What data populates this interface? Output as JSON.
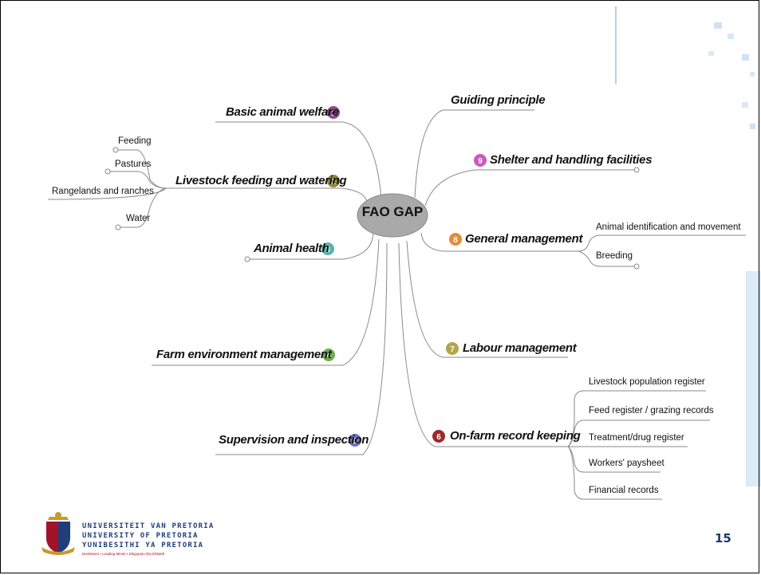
{
  "slide": {
    "page_number": "15",
    "colors": {
      "line": "#8a8a8a",
      "center_fill": "#a9a9a9",
      "decor_blue": "#dcebf7",
      "uni_blue": "#1f3f7a",
      "uni_red": "#a4122a"
    }
  },
  "mindmap": {
    "center": "FAO GAP",
    "branches": {
      "basic_welfare": {
        "label": "Basic animal welfare",
        "number": "1",
        "color": "#8e4a8c"
      },
      "feeding": {
        "label": "Livestock feeding and watering",
        "number": "2",
        "color": "#8f8a3c"
      },
      "feeding_subs": [
        "Feeding",
        "Pastures",
        "Rangelands and ranches",
        "Water"
      ],
      "health": {
        "label": "Animal health",
        "number": "3",
        "color": "#5bb3b0"
      },
      "environment": {
        "label": "Farm environment management",
        "number": "4",
        "color": "#6cae4e"
      },
      "supervision": {
        "label": "Supervision and inspection",
        "number": "5",
        "color": "#6d6fc0"
      },
      "records": {
        "label": "On-farm record keeping",
        "number": "6",
        "color": "#9c2a2a"
      },
      "records_subs": [
        "Livestock population register",
        "Feed register / grazing records",
        "Treatment/drug register",
        "Workers' paysheet",
        "Financial records"
      ],
      "labour": {
        "label": "Labour management",
        "number": "7",
        "color": "#b4a54a"
      },
      "general": {
        "label": "General management",
        "number": "8",
        "color": "#e58a3c"
      },
      "general_subs": [
        "Animal identification and movement",
        "Breeding"
      ],
      "shelter": {
        "label": "Shelter and handling facilities",
        "number": "9",
        "color": "#c85ac0"
      },
      "guiding": {
        "label": "Guiding principle"
      }
    }
  },
  "university": {
    "line1": "UNIVERSITEIT VAN PRETORIA",
    "line2": "UNIVERSITY OF PRETORIA",
    "line3": "YUNIBESITHI YA PRETORIA",
    "motto": "Denkleiers • Leading Minds • Dikgopolo tša Dihlalefi"
  }
}
